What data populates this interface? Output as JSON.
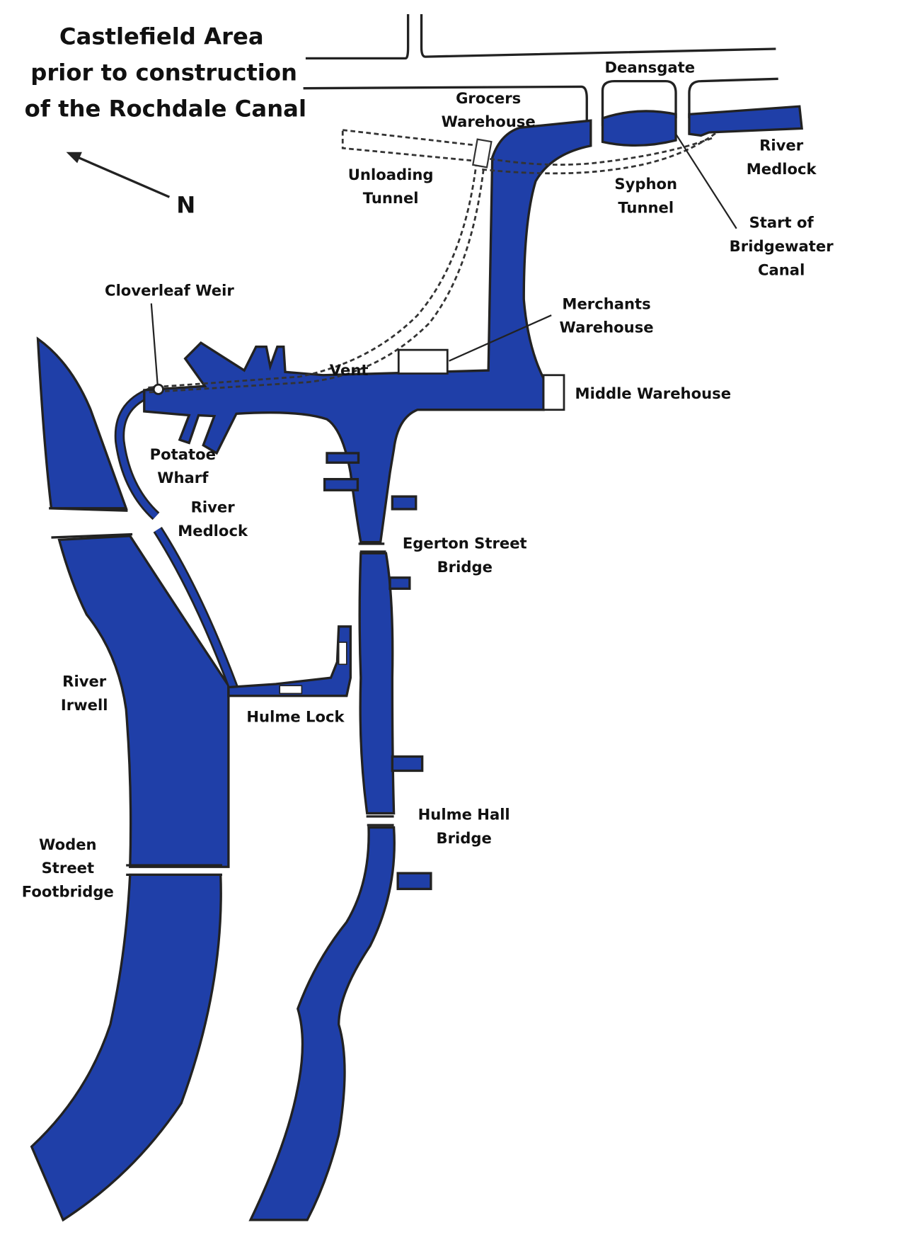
{
  "title": {
    "line1": "Castlefield  Area",
    "line2": "prior to construction",
    "line3": "of the Rochdale Canal"
  },
  "north_label": "N",
  "colors": {
    "water": "#1f3fa8",
    "ink": "#222222",
    "background": "#ffffff"
  },
  "labels": {
    "deansgate": "Deansgate",
    "grocers_1": "Grocers",
    "grocers_2": "Warehouse",
    "unloading_1": "Unloading",
    "unloading_2": "Tunnel",
    "syphon_1": "Syphon",
    "syphon_2": "Tunnel",
    "medlock_top_1": "River",
    "medlock_top_2": "Medlock",
    "bridgewater_1": "Start of",
    "bridgewater_2": "Bridgewater",
    "bridgewater_3": "Canal",
    "cloverleaf": "Cloverleaf Weir",
    "merchants_1": "Merchants",
    "merchants_2": "Warehouse",
    "vent": "Vent",
    "middle": "Middle Warehouse",
    "potatoe_1": "Potatoe",
    "potatoe_2": "Wharf",
    "medlock_1": "River",
    "medlock_2": "Medlock",
    "egerton_1": "Egerton Street",
    "egerton_2": "Bridge",
    "irwell_1": "River",
    "irwell_2": "Irwell",
    "hulme_lock": "Hulme Lock",
    "hulme_hall_1": "Hulme Hall",
    "hulme_hall_2": "Bridge",
    "woden_1": "Woden",
    "woden_2": "Street",
    "woden_3": "Footbridge"
  }
}
